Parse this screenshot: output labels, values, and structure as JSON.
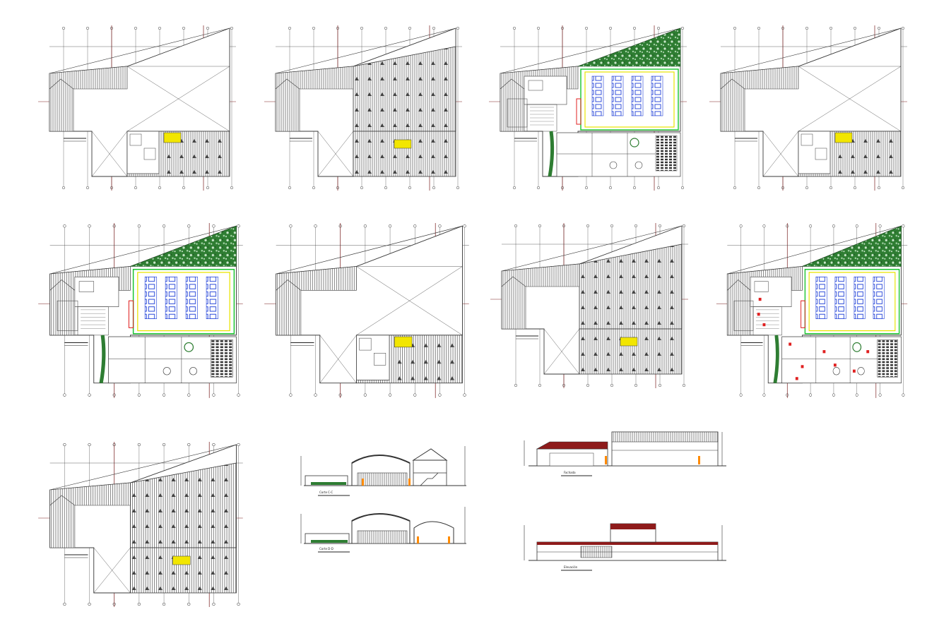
{
  "drawing": {
    "plans": [
      {
        "id": "plan-1",
        "kind": "roof-partial",
        "caption": ""
      },
      {
        "id": "plan-2",
        "kind": "roof-full",
        "caption": ""
      },
      {
        "id": "plan-3",
        "kind": "floor-plan",
        "caption": ""
      },
      {
        "id": "plan-4",
        "kind": "roof-partial",
        "caption": ""
      },
      {
        "id": "plan-5",
        "kind": "floor-plan",
        "caption": ""
      },
      {
        "id": "plan-6",
        "kind": "roof-partial",
        "caption": ""
      },
      {
        "id": "plan-7",
        "kind": "roof-full",
        "caption": ""
      },
      {
        "id": "plan-8",
        "kind": "floor-plan-furnished",
        "caption": ""
      },
      {
        "id": "plan-9",
        "kind": "roof-full",
        "caption": ""
      }
    ],
    "sections": [
      {
        "id": "section-1",
        "caption": "Corte C-C"
      },
      {
        "id": "section-2",
        "caption": "Corte D-D"
      }
    ],
    "elevations": [
      {
        "id": "elevation-1",
        "caption": "Fachada"
      },
      {
        "id": "elevation-2",
        "caption": "Elevación"
      }
    ],
    "colors": {
      "line": "#3a3a3a",
      "axis": "#7a1f1f",
      "hatch": "#555555",
      "garden": "#2e7d32",
      "garden_dark": "#1b4d1e",
      "desk": "#1e3fd8",
      "path_green": "#16c32a",
      "path_yellow": "#e9e400",
      "skylight": "#f2e600",
      "red_wall": "#8e1b1b",
      "red_mark": "#e02020",
      "orange": "#ff8a00"
    }
  }
}
